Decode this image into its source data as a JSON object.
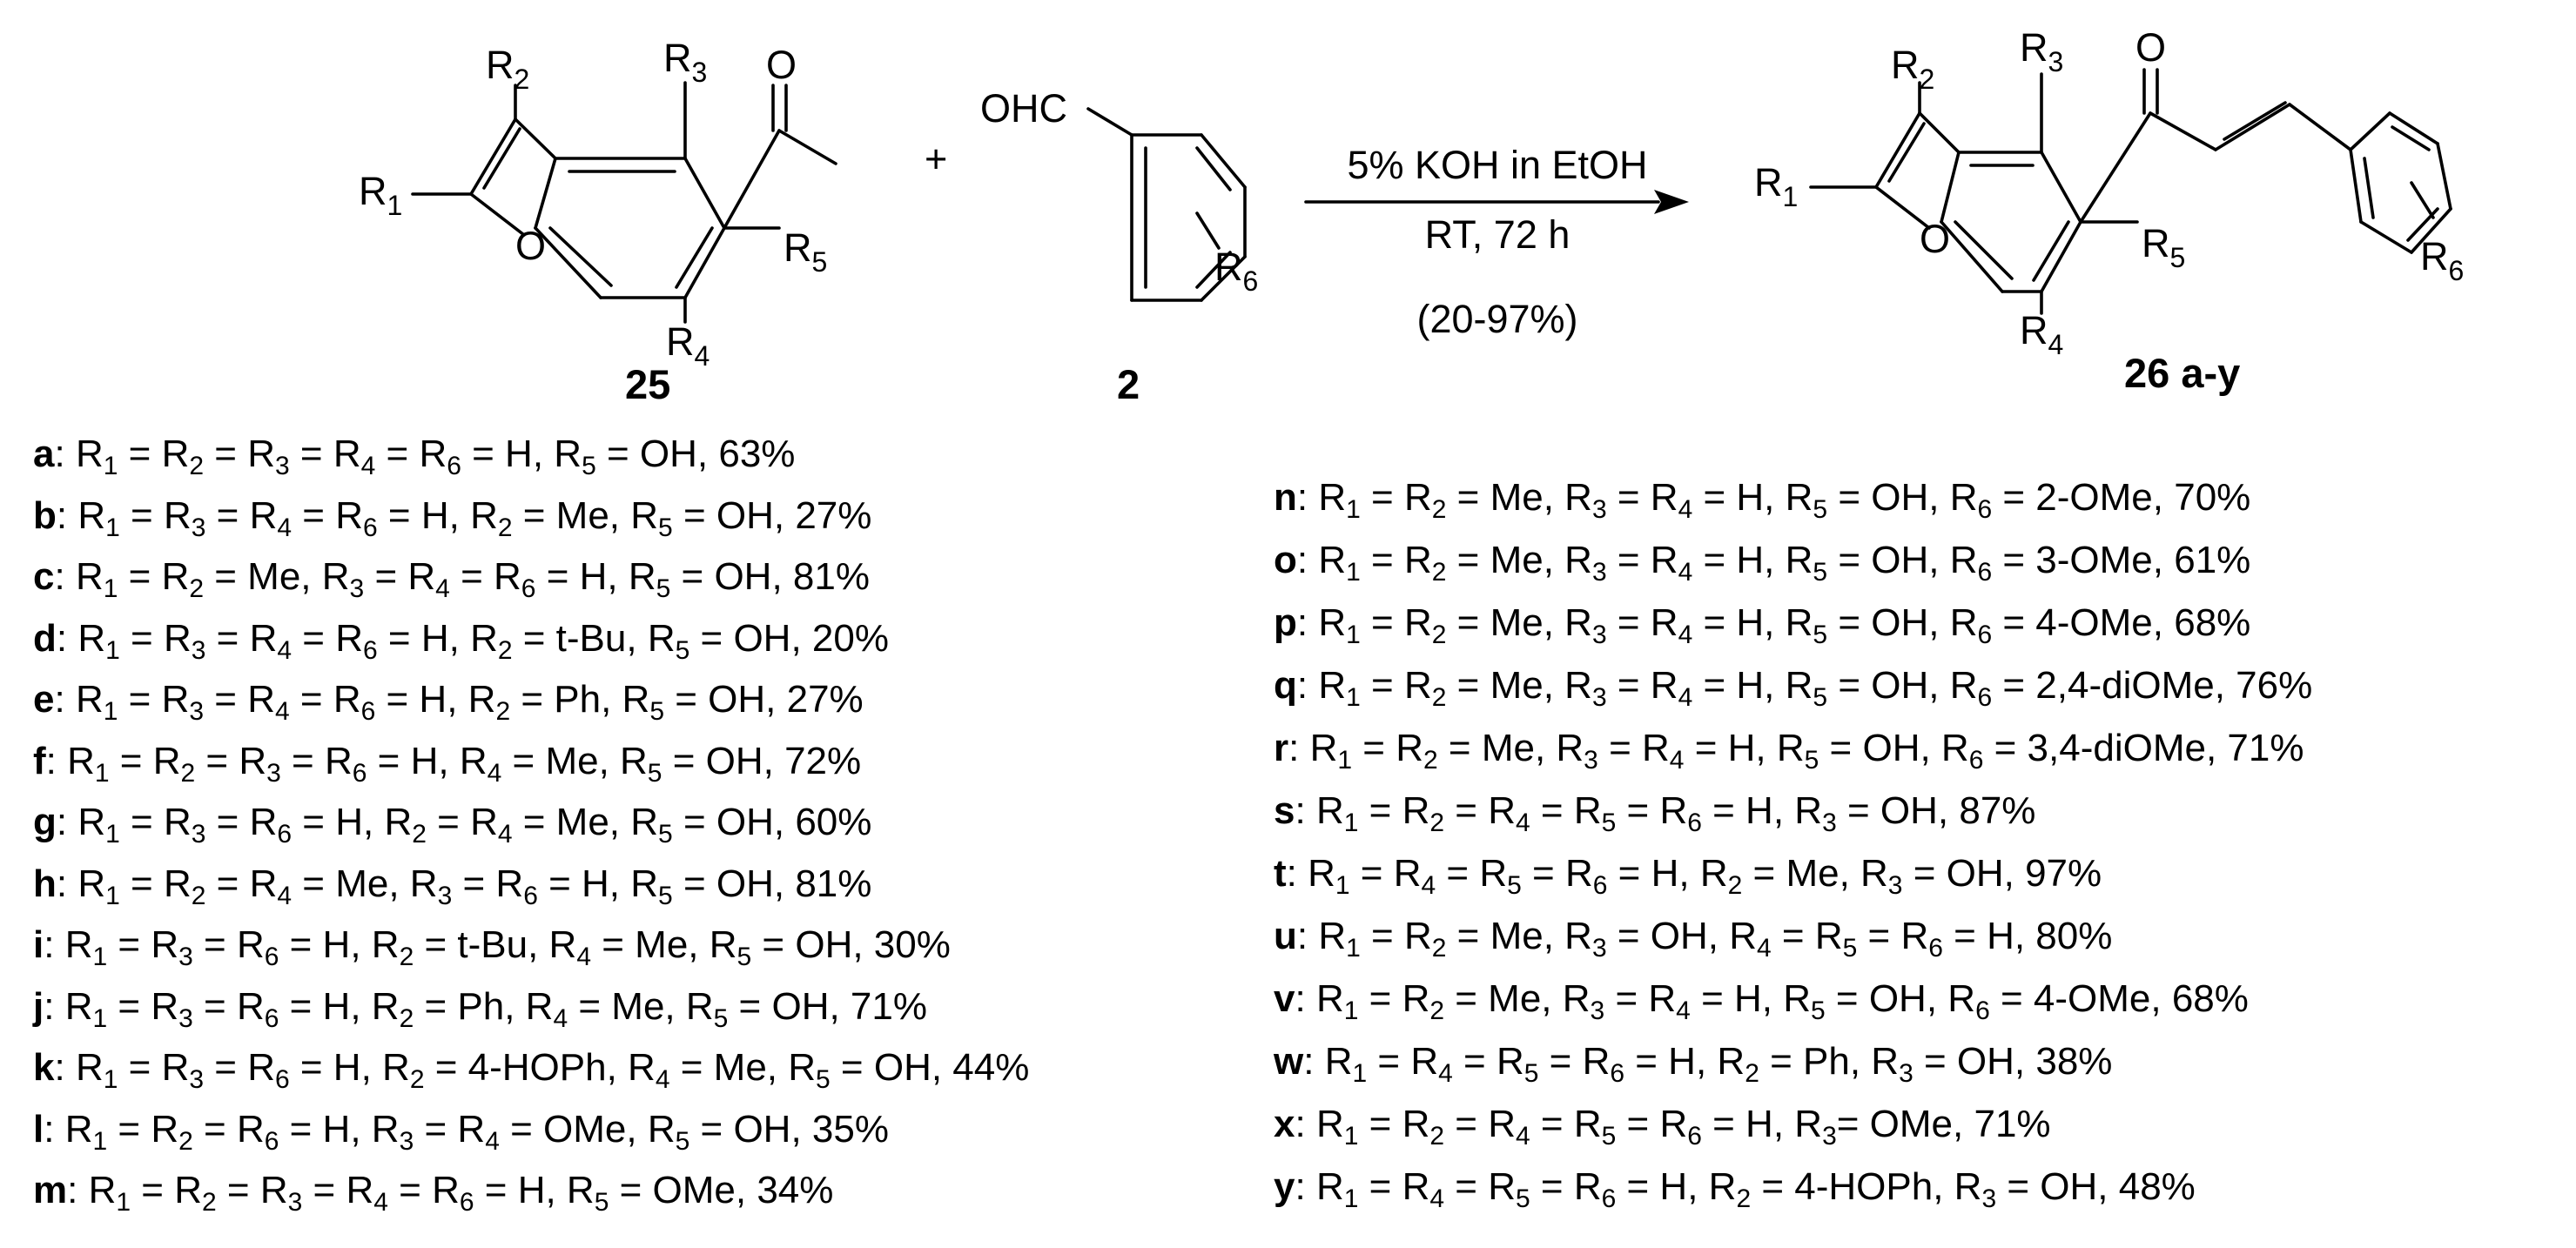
{
  "labels": {
    "compound_25": "25",
    "compound_2": "2",
    "product": "26 a-y",
    "plus": "+",
    "ohc": "OHC",
    "o_ring": "O",
    "o_carbonyl": "O",
    "conditions_line1": "5% KOH in EtOH",
    "conditions_line2": "RT, 72 h",
    "yield_range": "(20-97%)",
    "r1": "R",
    "r1_sub": "1",
    "r2": "R",
    "r2_sub": "2",
    "r3": "R",
    "r3_sub": "3",
    "r4": "R",
    "r4_sub": "4",
    "r5": "R",
    "r5_sub": "5",
    "r6": "R",
    "r6_sub": "6"
  },
  "entries_left": [
    {
      "letter": "a",
      "text": "R1 = R2 = R3 = R4 = R6 = H, R5 = OH, 63%"
    },
    {
      "letter": "b",
      "text": "R1 = R3 = R4 = R6 = H, R2 = Me, R5 = OH, 27%"
    },
    {
      "letter": "c",
      "text": "R1 = R2 = Me, R3 = R4 = R6 = H, R5 = OH, 81%"
    },
    {
      "letter": "d",
      "text": "R1 = R3 = R4 = R6 = H, R2 = t-Bu, R5 = OH, 20%"
    },
    {
      "letter": "e",
      "text": "R1 = R3 = R4 = R6 = H, R2 = Ph, R5 = OH, 27%"
    },
    {
      "letter": "f",
      "text": "R1 = R2 = R3 = R6 = H, R4 = Me, R5 = OH, 72%"
    },
    {
      "letter": "g",
      "text": "R1 = R3 = R6 = H, R2 = R4 = Me, R5 = OH, 60%"
    },
    {
      "letter": "h",
      "text": "R1 = R2 = R4 = Me, R3 = R6 = H, R5 = OH, 81%"
    },
    {
      "letter": "i",
      "text": "R1 = R3 = R6 = H, R2 = t-Bu, R4 = Me, R5 = OH, 30%"
    },
    {
      "letter": "j",
      "text": "R1 = R3 = R6 = H, R2 = Ph, R4 = Me, R5 = OH, 71%"
    },
    {
      "letter": "k",
      "text": "R1 = R3 = R6 = H, R2 = 4-HOPh, R4 = Me, R5 = OH, 44%"
    },
    {
      "letter": "l",
      "text": "R1 = R2 = R6 = H, R3 = R4 = OMe, R5 = OH, 35%"
    },
    {
      "letter": "m",
      "text": "R1 = R2 = R3 = R4 = R6 = H, R5 = OMe, 34%"
    }
  ],
  "entries_right": [
    {
      "letter": "n",
      "text": "R1 = R2 = Me, R3 = R4 = H, R5 = OH, R6 = 2-OMe, 70%"
    },
    {
      "letter": "o",
      "text": "R1 = R2 = Me, R3 = R4 = H, R5 = OH, R6 = 3-OMe, 61%"
    },
    {
      "letter": "p",
      "text": "R1 = R2 = Me, R3 = R4 = H, R5 = OH, R6 = 4-OMe, 68%"
    },
    {
      "letter": "q",
      "text": "R1 = R2 = Me, R3 = R4 = H, R5 = OH, R6 = 2,4-diOMe, 76%"
    },
    {
      "letter": "r",
      "text": "R1 = R2 = Me, R3 = R4 = H, R5 = OH, R6 = 3,4-diOMe, 71%"
    },
    {
      "letter": "s",
      "text": "R1 = R2 = R4 = R5 = R6 = H, R3 = OH, 87%"
    },
    {
      "letter": "t",
      "text": "R1 = R4 = R5 = R6 = H, R2 = Me, R3 = OH, 97%"
    },
    {
      "letter": "u",
      "text": "R1 = R2 = Me, R3 = OH, R4 = R5 = R6 = H, 80%"
    },
    {
      "letter": "v",
      "text": "R1 = R2 = Me, R3 = R4 = H, R5 = OH, R6 = 4-OMe, 68%"
    },
    {
      "letter": "w",
      "text": "R1 = R4 = R5 = R6 = H, R2 = Ph, R3 = OH, 38%"
    },
    {
      "letter": "x",
      "text": "R1 = R2 = R4 = R5 = R6 = H, R3= OMe, 71%"
    },
    {
      "letter": "y",
      "text": "R1 = R4 = R5 = R6 = H, R2 = 4-HOPh, R3 = OH, 48%"
    }
  ]
}
